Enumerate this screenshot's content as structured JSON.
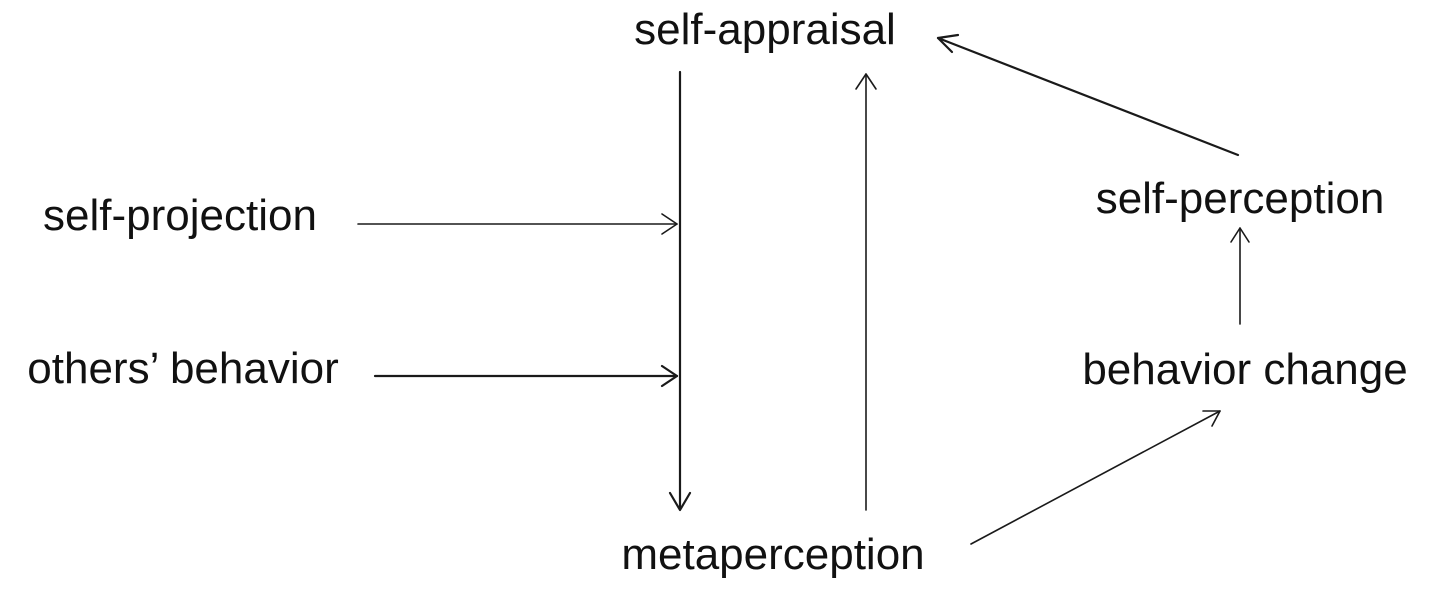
{
  "nodes": {
    "self_appraisal": "self-appraisal",
    "self_projection": "self-projection",
    "others_behavior": "others’ behavior",
    "metaperception": "metaperception",
    "self_perception": "self-perception",
    "behavior_change": "behavior change"
  },
  "edges": [
    {
      "from": "self-projection",
      "to": "metaperception"
    },
    {
      "from": "others’ behavior",
      "to": "metaperception"
    },
    {
      "from": "metaperception",
      "to": "self-appraisal"
    },
    {
      "from": "metaperception",
      "to": "behavior change"
    },
    {
      "from": "behavior change",
      "to": "self-perception"
    },
    {
      "from": "self-perception",
      "to": "self-appraisal"
    }
  ]
}
